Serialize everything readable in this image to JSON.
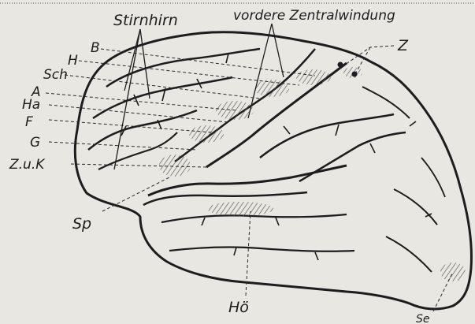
{
  "labels": {
    "stirnhirn": "Stirnhirn",
    "zentral": "vordere Zentralwindung",
    "z": "Z",
    "b": "B",
    "h": "H",
    "sch": "Sch",
    "a": "A",
    "ha": "Ha",
    "f": "F",
    "g": "G",
    "zuk": "Z.u.K",
    "sp": "Sp",
    "ho": "Hö",
    "se": "Se"
  },
  "colors": {
    "paper": "#e9e7e1",
    "ink": "#1d1d1d",
    "hatch": "#555555"
  }
}
